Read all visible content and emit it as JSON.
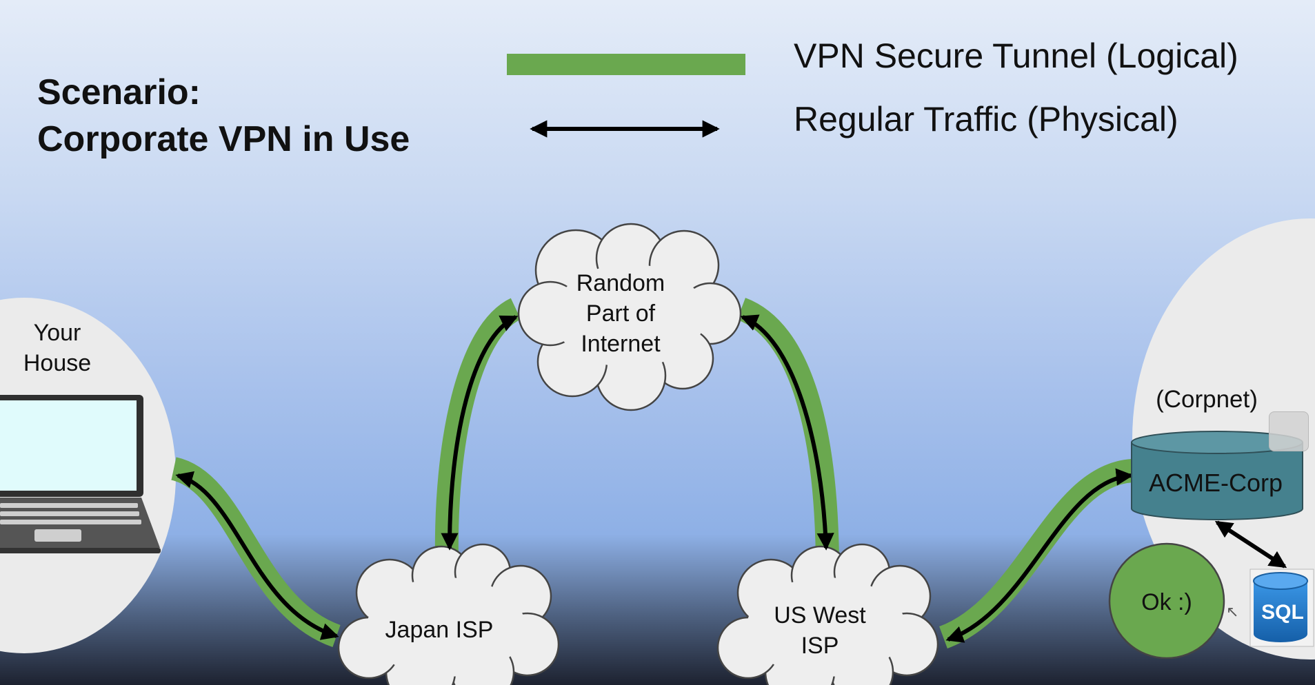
{
  "title": {
    "line1": "Scenario:",
    "line2": "Corporate VPN in Use"
  },
  "legend": {
    "vpn_label": "VPN Secure Tunnel (Logical)",
    "traffic_label": "Regular Traffic (Physical)"
  },
  "nodes": {
    "house": "Your\nHouse",
    "random": "Random\nPart of\nInternet",
    "japan": "Japan ISP",
    "uswest": "US West\nISP",
    "corpnet": "(Corpnet)",
    "acme": "ACME-Corp",
    "ok": "Ok :)",
    "sql": "SQL"
  },
  "colors": {
    "tunnel": "#6aa84f",
    "arrow": "#000000",
    "cloud_fill": "#eeeeee",
    "zone_fill": "#ebebeb",
    "db_fill": "#45818e",
    "ok_fill": "#6aa84f",
    "sql_fill": "#1e78c8",
    "laptop_screen": "#e0fbfc"
  }
}
